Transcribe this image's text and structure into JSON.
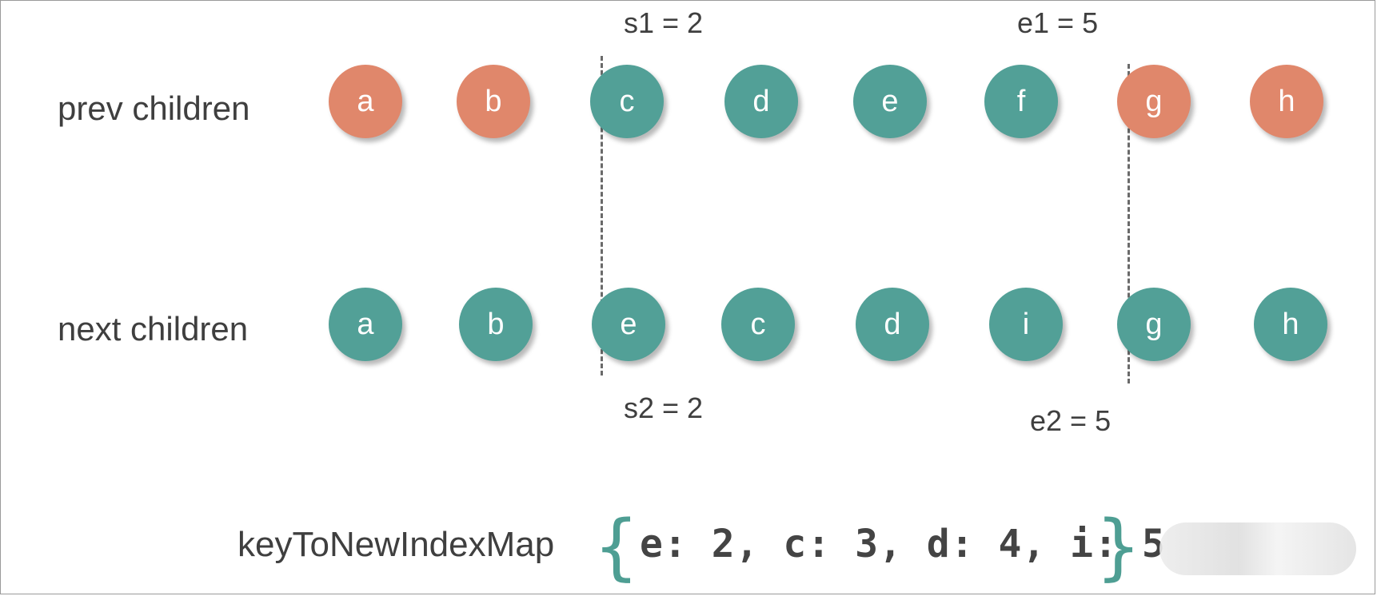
{
  "rows": {
    "prev_label": "prev children",
    "next_label": "next children"
  },
  "markers": {
    "s1": "s1 = 2",
    "e1": "e1 = 5",
    "s2": "s2 = 2",
    "e2": "e2 = 5"
  },
  "prev_nodes": [
    {
      "key": "a",
      "status": "unchanged"
    },
    {
      "key": "b",
      "status": "unchanged"
    },
    {
      "key": "c",
      "status": "diff"
    },
    {
      "key": "d",
      "status": "diff"
    },
    {
      "key": "e",
      "status": "diff"
    },
    {
      "key": "f",
      "status": "diff"
    },
    {
      "key": "g",
      "status": "unchanged"
    },
    {
      "key": "h",
      "status": "unchanged"
    }
  ],
  "next_nodes": [
    {
      "key": "a"
    },
    {
      "key": "b"
    },
    {
      "key": "e"
    },
    {
      "key": "c"
    },
    {
      "key": "d"
    },
    {
      "key": "i"
    },
    {
      "key": "g"
    },
    {
      "key": "h"
    }
  ],
  "key_map": {
    "label": "keyToNewIndexMap",
    "value": "e: 2, c: 3, d: 4, i: 5",
    "open_brace": "{",
    "close_brace": "}"
  },
  "colors": {
    "unchanged": "#e0876b",
    "diff": "#52a097",
    "next": "#52a097",
    "brace": "#4e9e93"
  }
}
